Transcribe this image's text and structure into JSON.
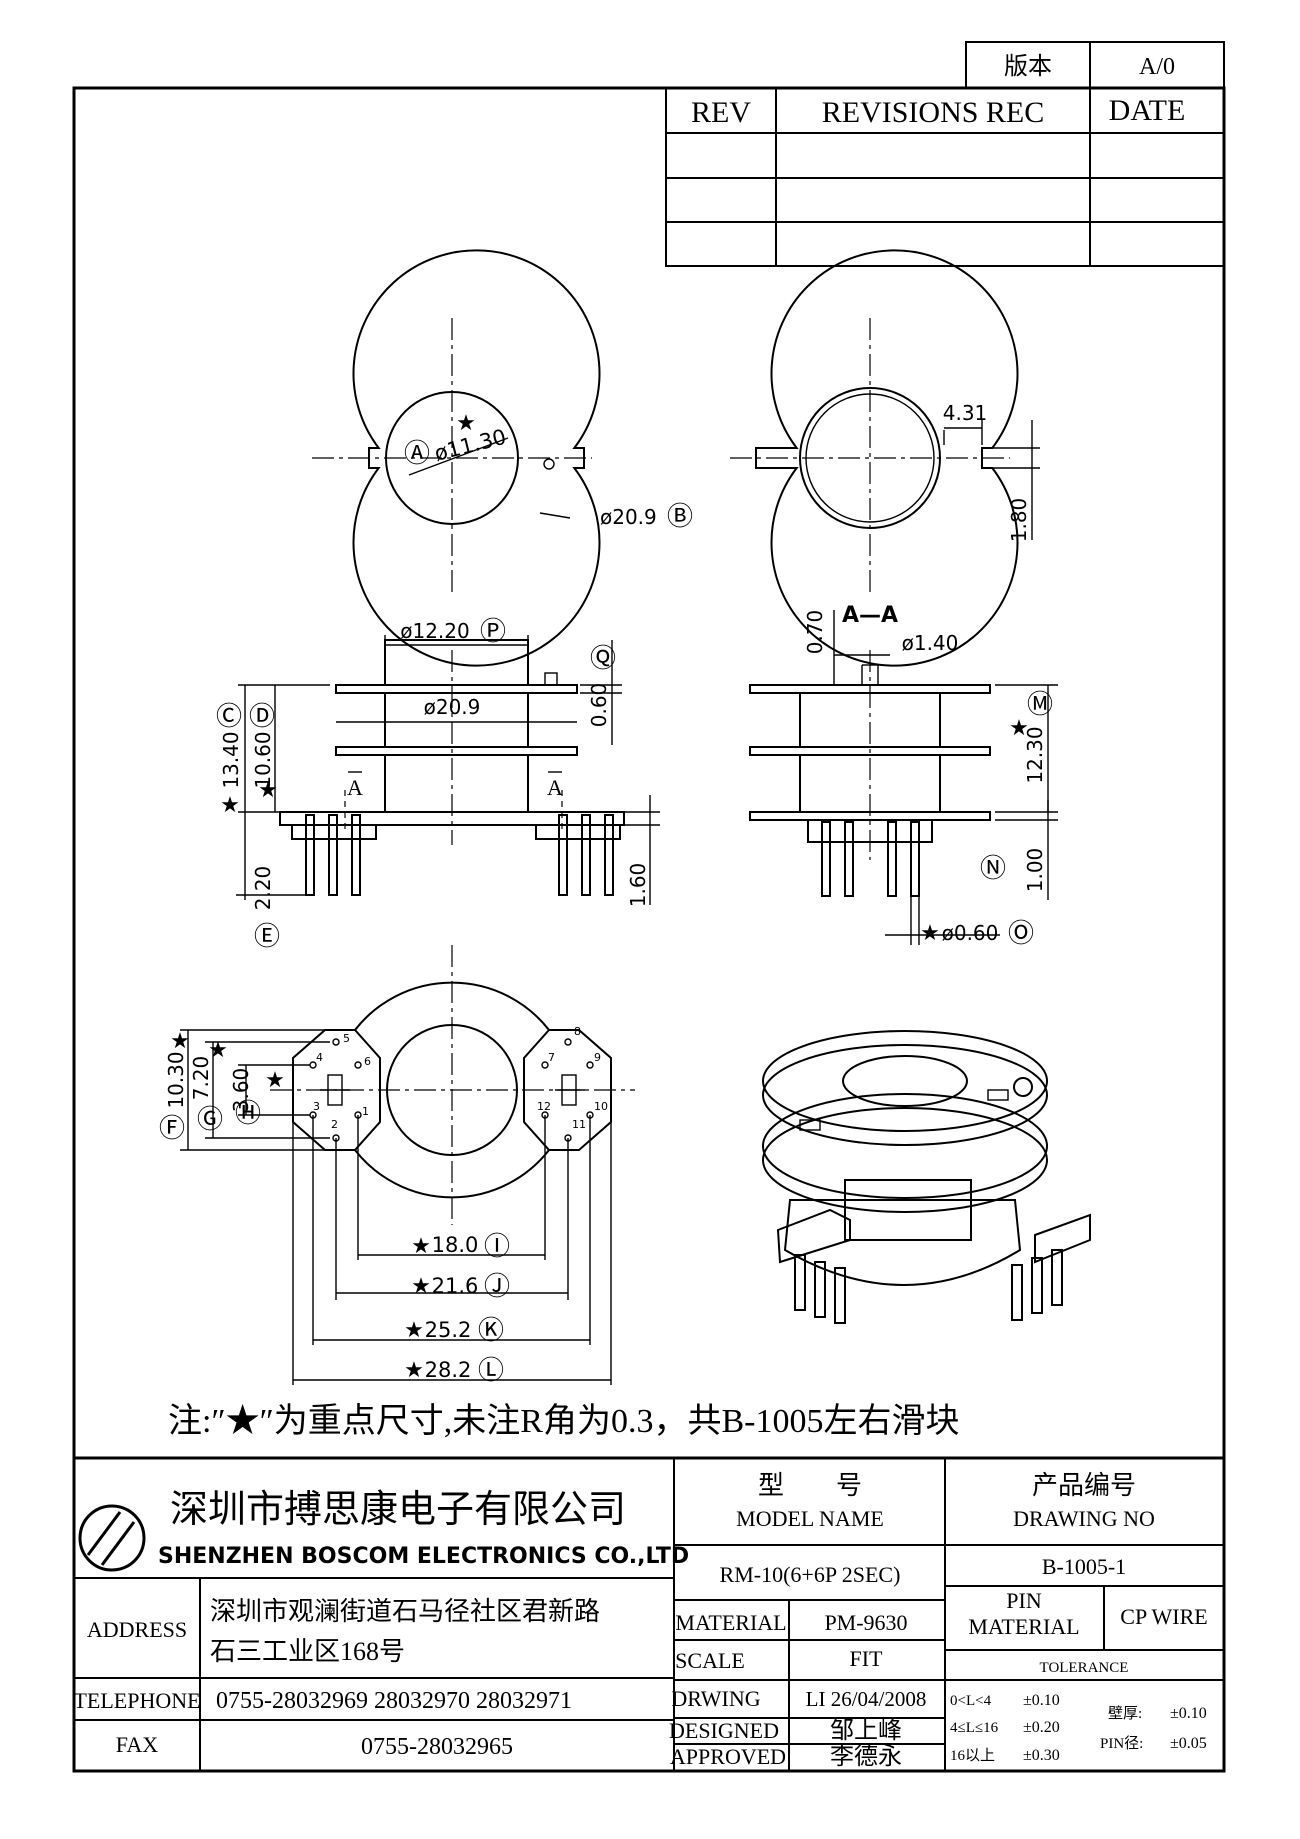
{
  "version_block": {
    "label": "版本",
    "value": "A/0"
  },
  "revision_table": {
    "headers": [
      "REV",
      "REVISIONS REC",
      "DATE"
    ],
    "rows": [
      [
        "",
        "",
        ""
      ],
      [
        "",
        "",
        ""
      ],
      [
        "",
        "",
        ""
      ]
    ]
  },
  "dimensions": {
    "top_left": {
      "inner_dia": "ø11.30",
      "inner_tag": "Ⓐ",
      "outer_dia": "ø20.9",
      "outer_tag": "Ⓑ",
      "star": "★"
    },
    "top_right": {
      "slot_w": "4.31",
      "slot_h": "1.80"
    },
    "front": {
      "flange_dia": "ø12.20",
      "flange_tag": "Ⓟ",
      "plate_dia": "ø20.9",
      "plate_t": "0.60",
      "plate_t_tag": "Ⓠ",
      "total_h": "13.40",
      "total_h_tag": "Ⓒ",
      "mid_h": "10.60",
      "mid_h_tag": "Ⓓ",
      "pin_len": "2.20",
      "pin_len_tag": "Ⓔ",
      "base_h": "1.60",
      "section_mark": "A",
      "star": "★"
    },
    "section": {
      "title": "A—A",
      "gap": "0.70",
      "pin_hole": "ø1.40",
      "height": "12.30",
      "height_tag": "Ⓜ",
      "base": "1.00",
      "base_tag": "Ⓝ",
      "pin_dia": "ø0.60",
      "pin_dia_tag": "Ⓞ",
      "star": "★"
    },
    "bottom": {
      "f": "10.30",
      "f_tag": "Ⓕ",
      "g": "7.20",
      "g_tag": "Ⓖ",
      "h": "3.60",
      "h_tag": "Ⓗ",
      "i": "18.0",
      "i_tag": "Ⓘ",
      "j": "21.6",
      "j_tag": "Ⓙ",
      "k": "25.2",
      "k_tag": "Ⓚ",
      "l": "28.2",
      "l_tag": "Ⓛ",
      "star": "★",
      "pins_left": [
        "5",
        "4",
        "6",
        "3",
        "2",
        "1"
      ],
      "pins_right": [
        "8",
        "7",
        "9",
        "12",
        "11",
        "10"
      ]
    }
  },
  "note": "注:″★″为重点尺寸,未注R角为0.3，共B-1005左右滑块",
  "title_block": {
    "company_cn": "深圳市搏思康电子有限公司",
    "company_en": "SHENZHEN BOSCOM ELECTRONICS CO.,LTD",
    "address_label": "ADDRESS",
    "address_line1": "深圳市观澜街道石马径社区君新路",
    "address_line2": "石三工业区168号",
    "telephone_label": "TELEPHONE",
    "telephone": "0755-28032969 28032970 28032971",
    "fax_label": "FAX",
    "fax": "0755-28032965",
    "model_cn": "型　　号",
    "model_en": "MODEL NAME",
    "model_value": "RM-10(6+6P 2SEC)",
    "drawing_cn": "产品编号",
    "drawing_en": "DRAWING NO",
    "drawing_value": "B-1005-1",
    "material_label": "MATERIAL",
    "material_value": "PM-9630",
    "pin_material_label1": "PIN",
    "pin_material_label2": "MATERIAL",
    "pin_material_value": "CP WIRE",
    "scale_label": "SCALE",
    "scale_value": "FIT",
    "tolerance_label": "TOLERANCE",
    "drawing_label": "DRWING",
    "drawing_by": "LI 26/04/2008",
    "designed_label": "DESIGNED",
    "designed_by": "邹上峰",
    "approved_label": "APPROVED",
    "approved_by": "李德永",
    "tol_rows": [
      {
        "range": "0<L<4",
        "tol": "±0.10"
      },
      {
        "range": "4≤L≤16",
        "tol": "±0.20"
      },
      {
        "range": "16以上",
        "tol": "±0.30"
      }
    ],
    "wall_label": "壁厚:",
    "wall_tol": "±0.10",
    "pin_dia_label": "PIN径:",
    "pin_dia_tol": "±0.05"
  }
}
